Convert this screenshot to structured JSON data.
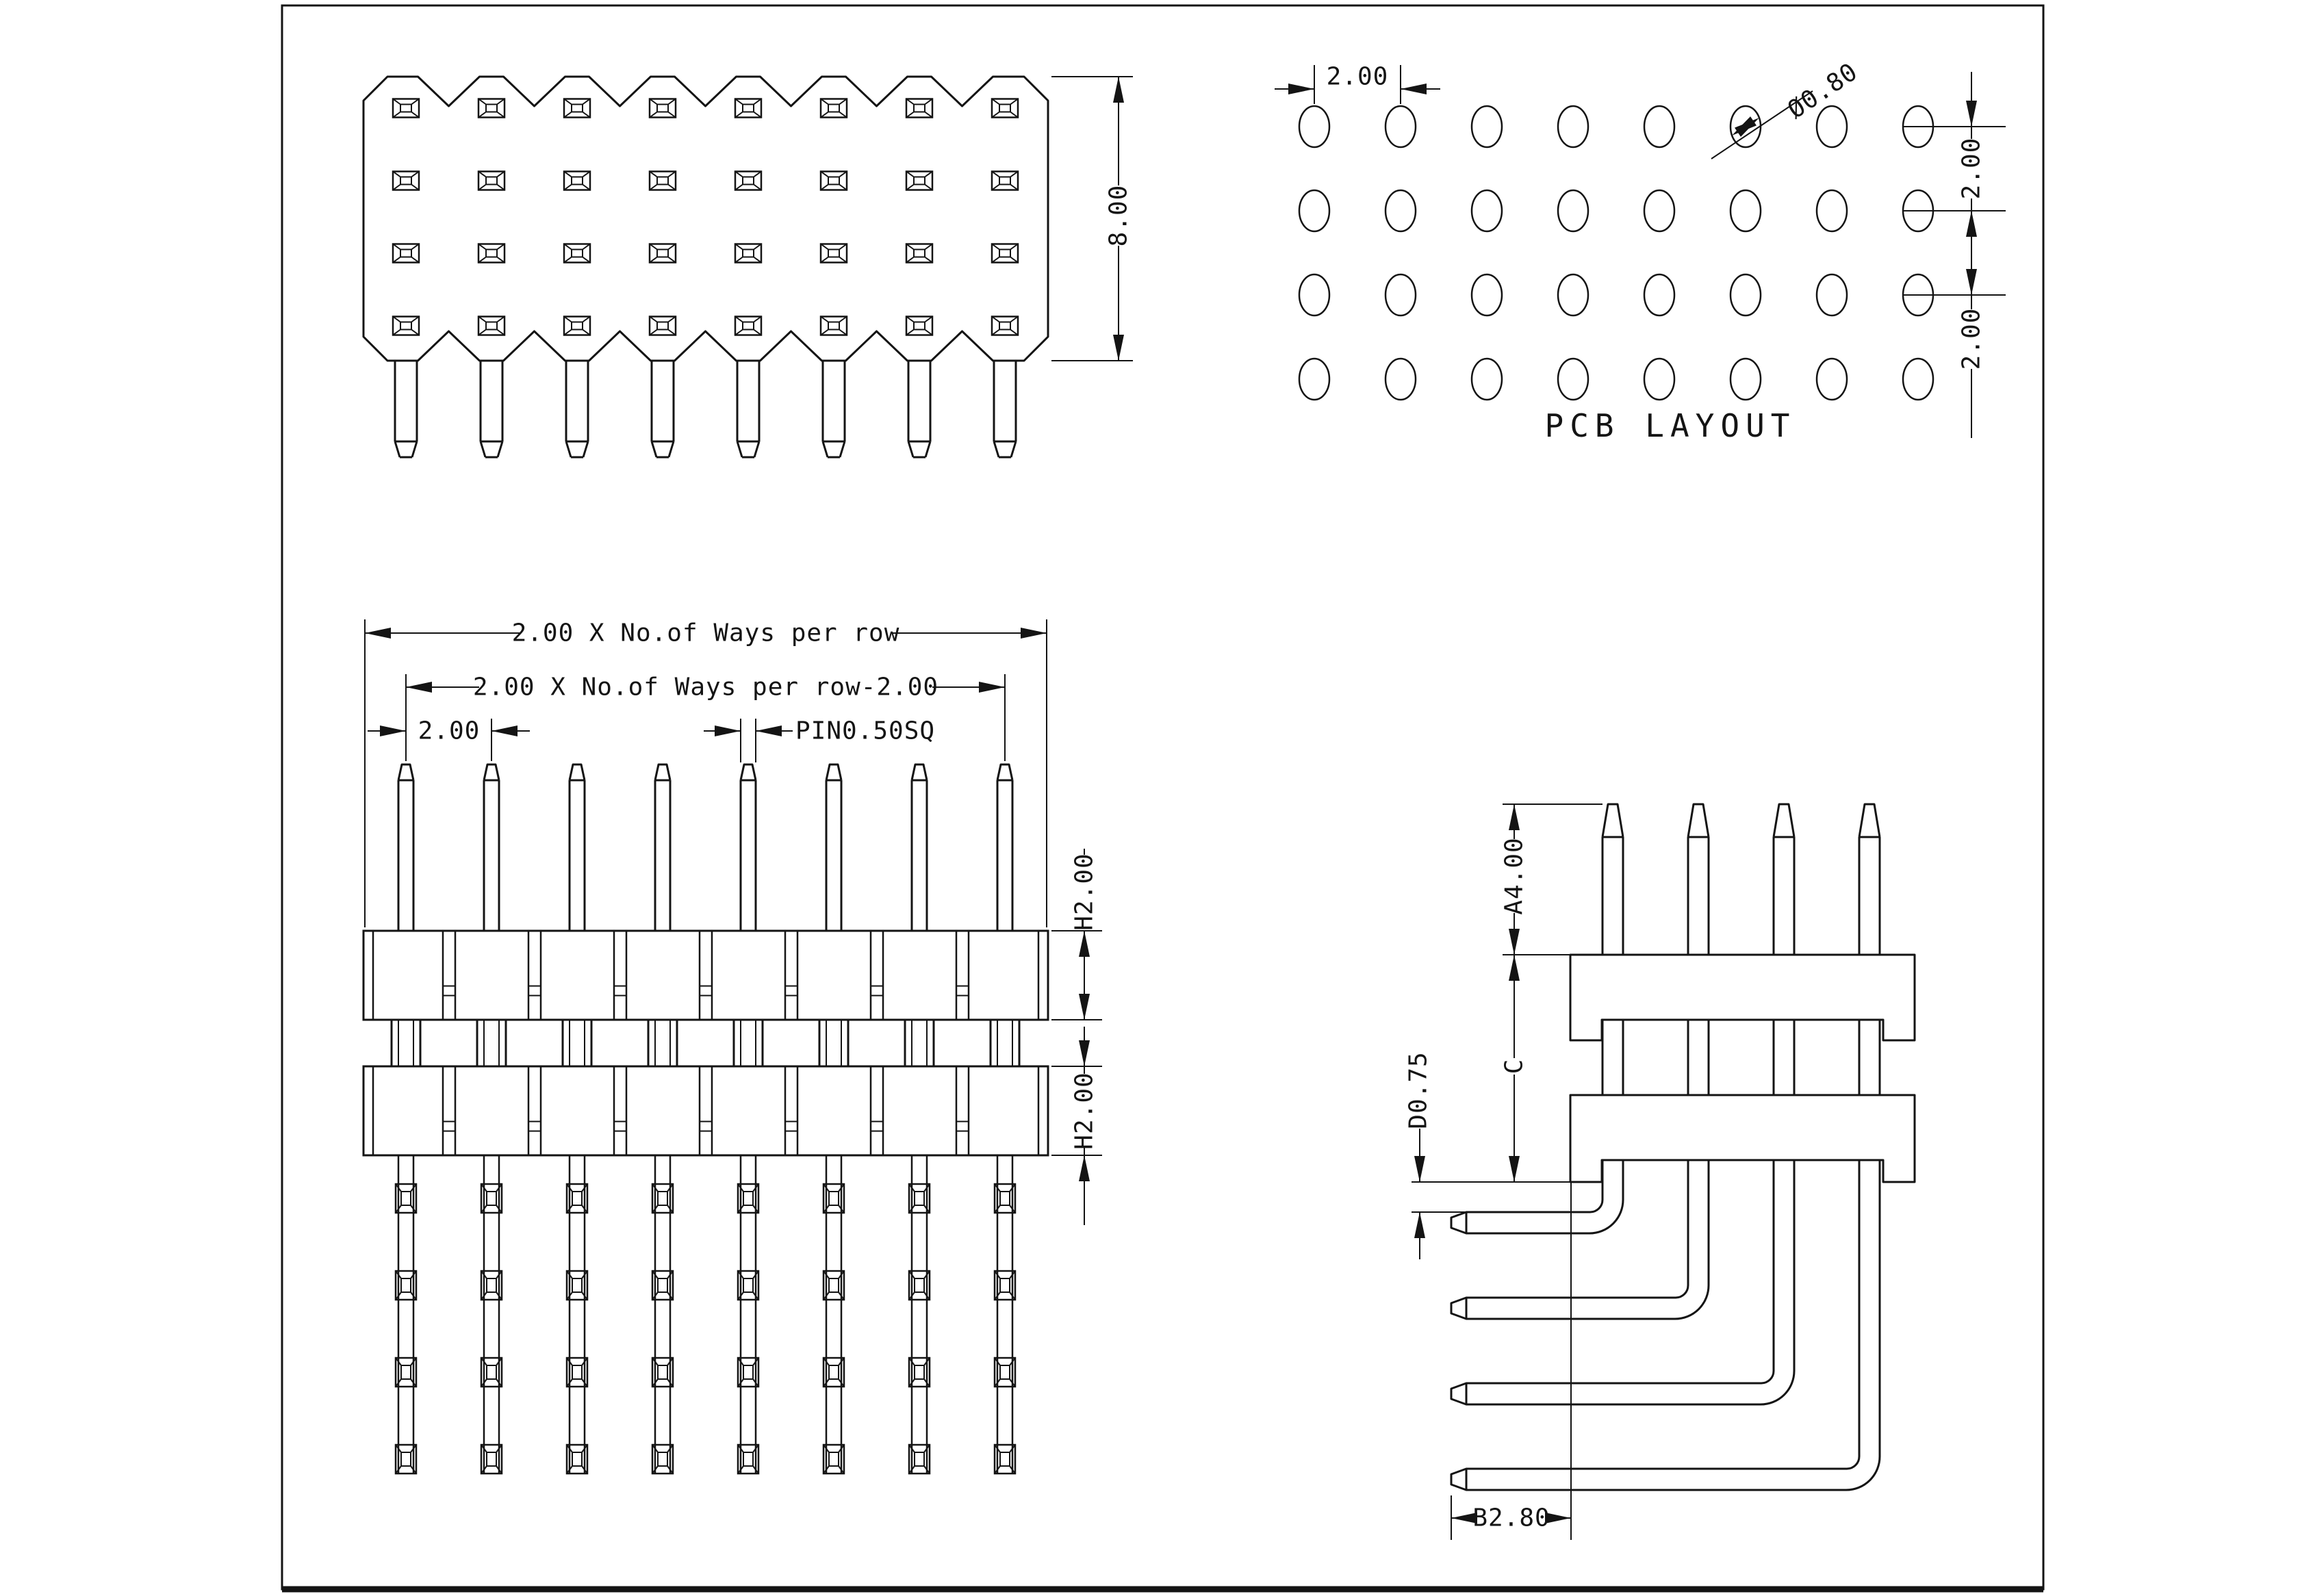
{
  "drawing": {
    "background": "#ffffff",
    "line_color": "#141414",
    "views": {
      "top": {
        "name": "connector top view",
        "grid": {
          "rows": 4,
          "cols": 8
        },
        "dims": {
          "height": "8.00"
        }
      },
      "pcb": {
        "label": "PCB LAYOUT",
        "grid": {
          "rows": 4,
          "cols": 8
        },
        "dims": {
          "pitch_x": "2.00",
          "hole_dia": "Ø0.80",
          "pitch_y1": "2.00",
          "pitch_y2": "2.00"
        }
      },
      "front": {
        "pins": 8,
        "tail_joints": 4,
        "dims": {
          "overall": "2.00 X No.of Ways per row",
          "between_end_pins": "2.00 X No.of Ways per row-2.00",
          "pitch": "2.00",
          "pin_size": "PIN0.50SQ",
          "body_h1": "H2.00",
          "body_h2": "H2.00"
        }
      },
      "side": {
        "pins": 4,
        "dims": {
          "top_pin_length": "A4.00",
          "stack_height": "C",
          "offset": "D0.75",
          "bend_length": "B2.80"
        }
      }
    }
  }
}
